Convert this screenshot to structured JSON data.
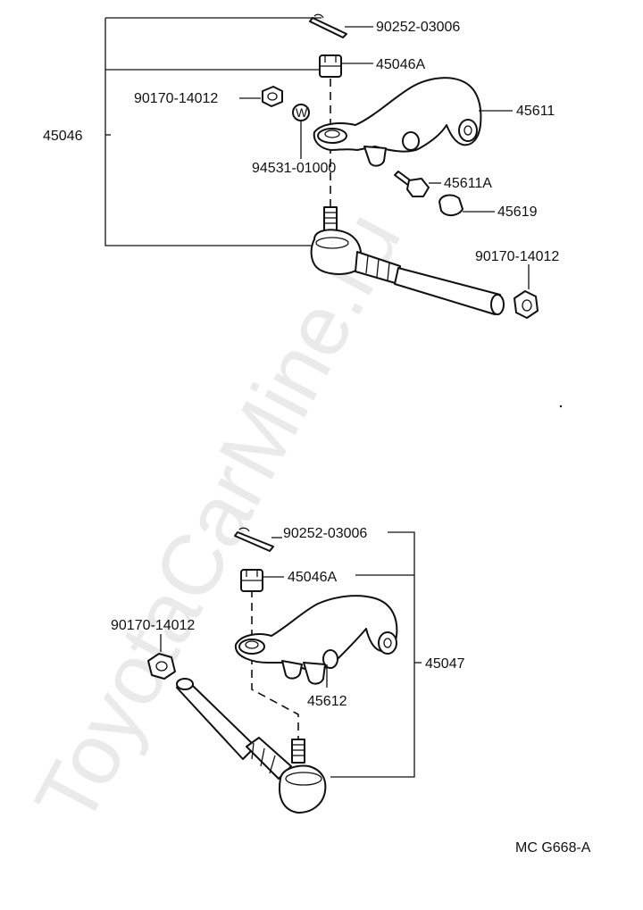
{
  "watermark": "ToyotaCarMine.ru",
  "diagram_code": "MC G668-A",
  "upper_assembly": {
    "assembly_number": "45046",
    "cotter_pin": "90252-03006",
    "castle_nut": "45046A",
    "nut_left": "90170-14012",
    "grease_fitting": "94531-01000",
    "grease_symbol": "W",
    "steering_knuckle_arm": "45611",
    "arm_bolt": "45611A",
    "arm_nut": "45619",
    "nut_right": "90170-14012"
  },
  "lower_assembly": {
    "assembly_number": "45047",
    "cotter_pin": "90252-03006",
    "castle_nut": "45046A",
    "nut": "90170-14012",
    "steering_knuckle_arm": "45612"
  }
}
